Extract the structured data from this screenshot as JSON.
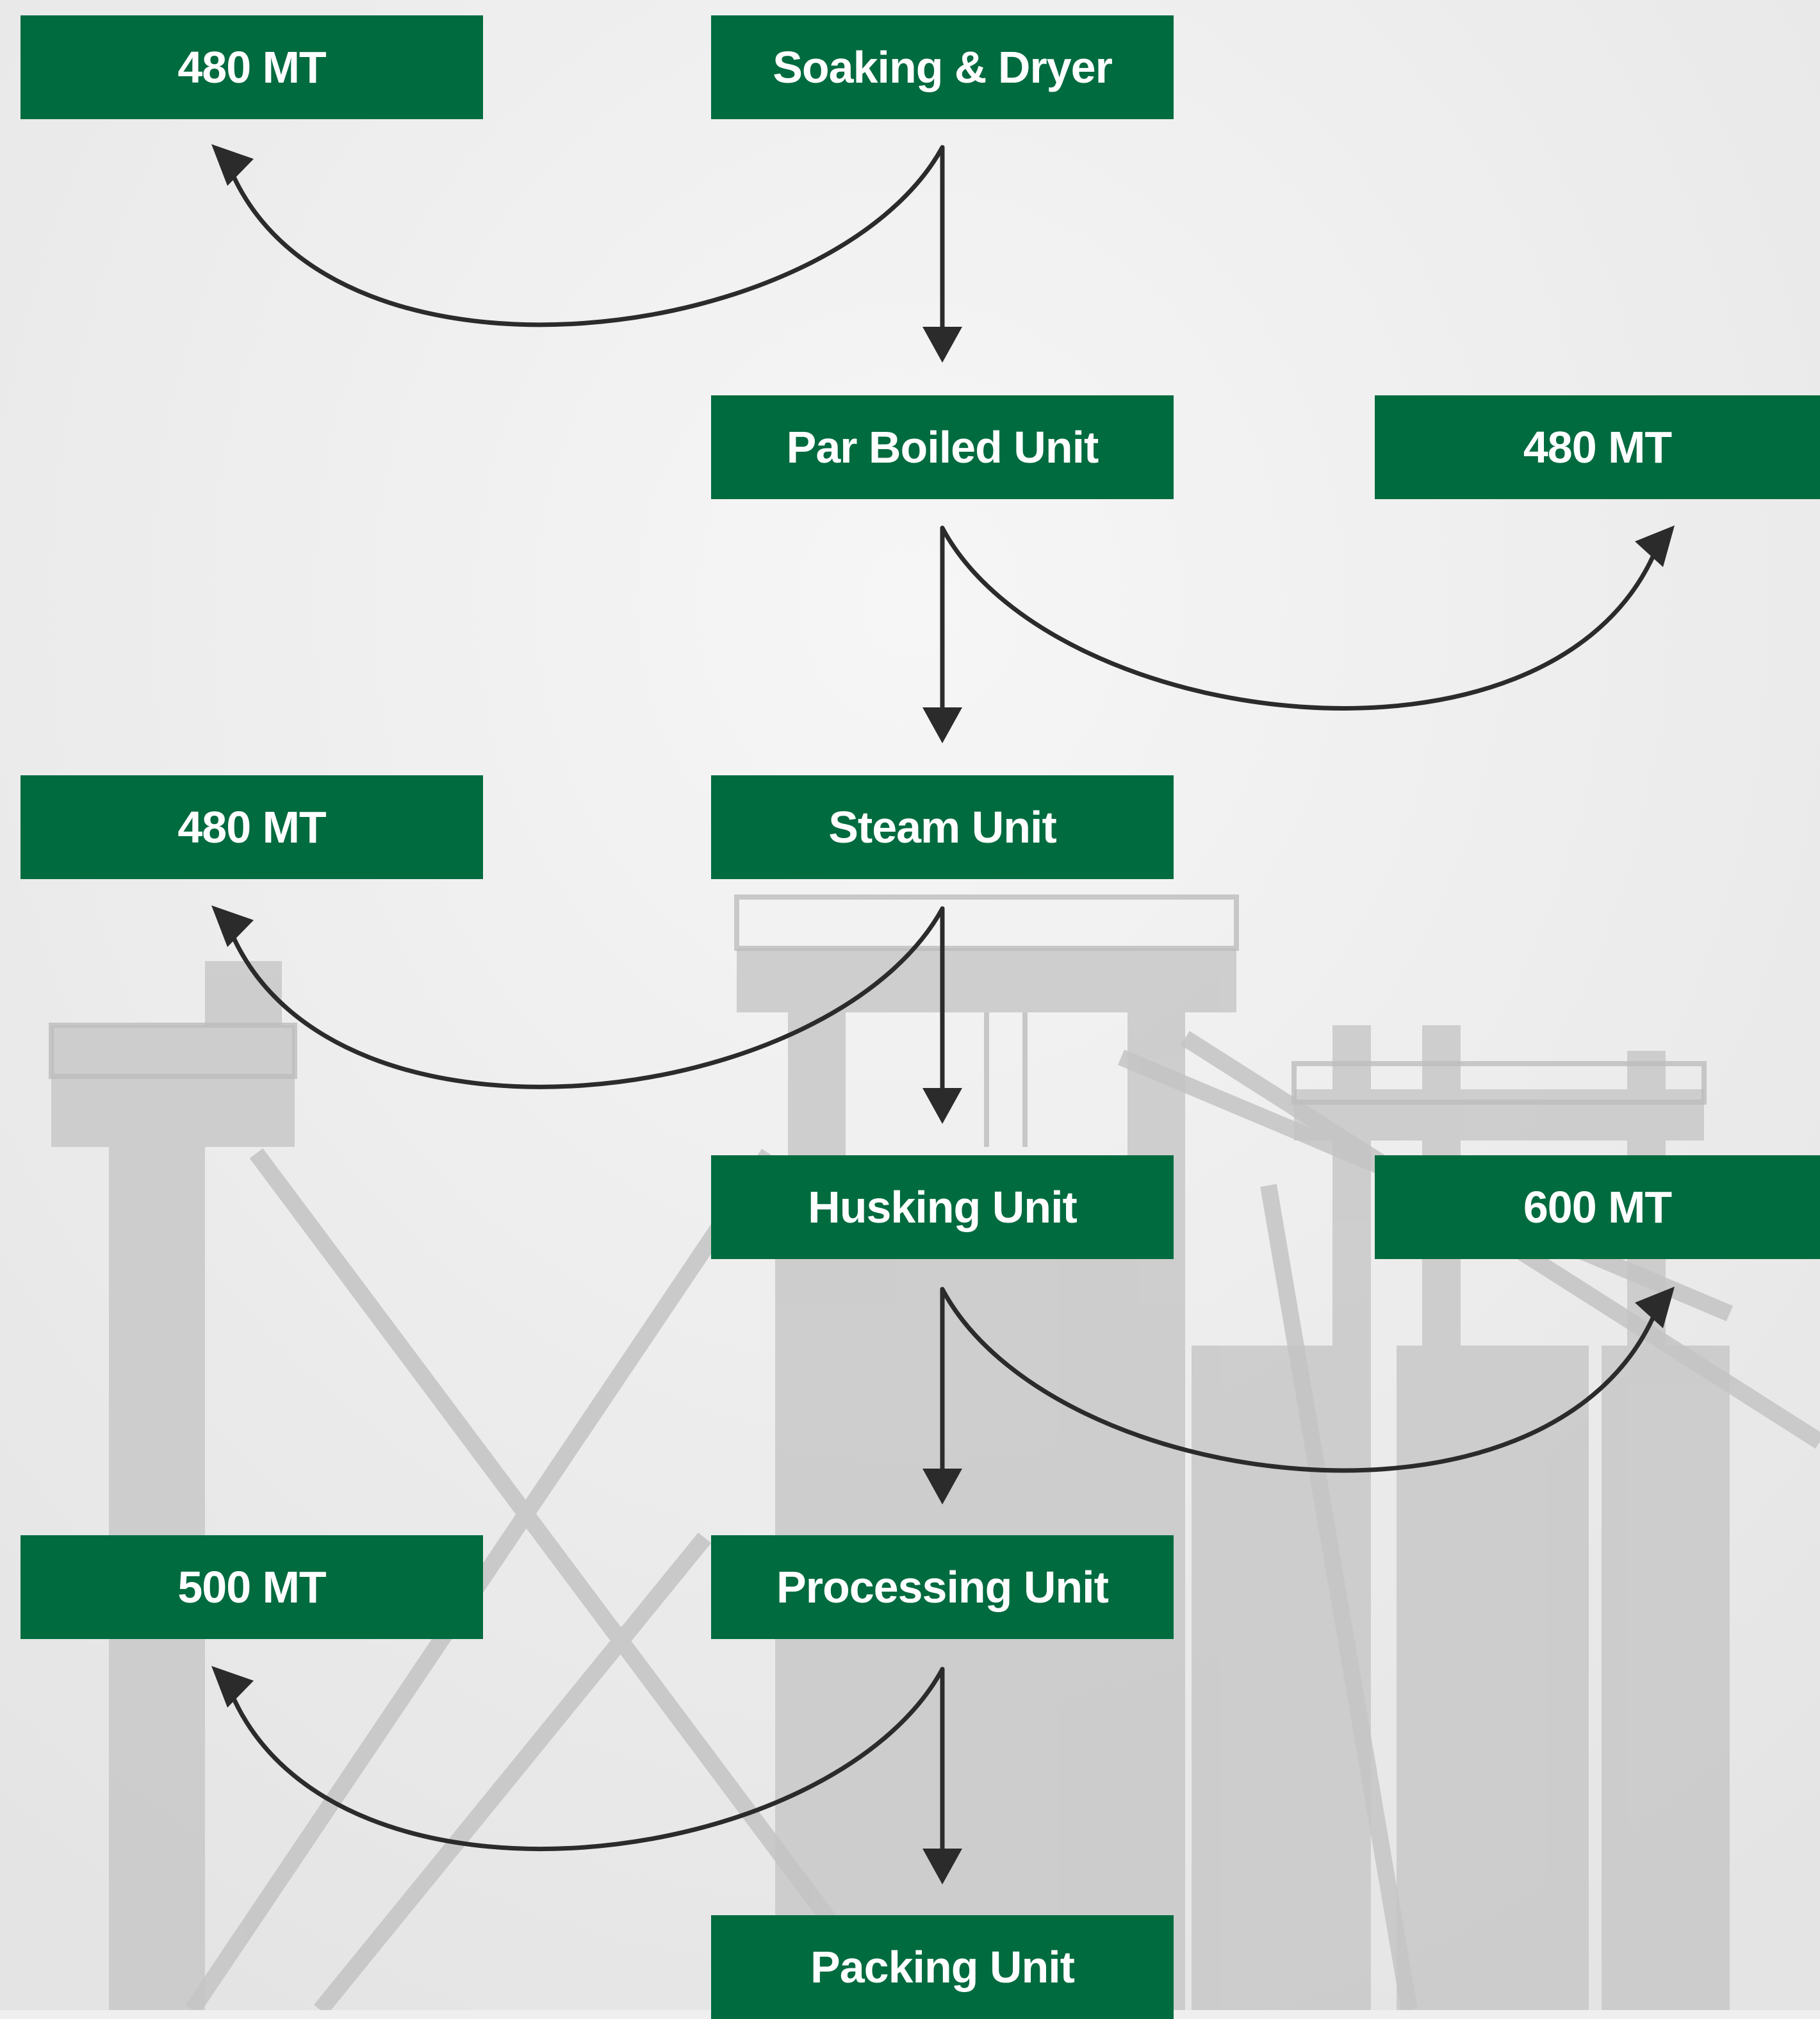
{
  "process_flow": {
    "stages": [
      {
        "label": "Soaking & Dryer",
        "capacity": "480 MT"
      },
      {
        "label": "Par Boiled Unit",
        "capacity": "480 MT"
      },
      {
        "label": "Steam Unit",
        "capacity": "480 MT"
      },
      {
        "label": "Husking Unit",
        "capacity": "600 MT"
      },
      {
        "label": "Processing Unit",
        "capacity": "500 MT"
      },
      {
        "label": "Packing Unit"
      }
    ]
  },
  "colors": {
    "box_fill": "#006b3f",
    "box_text": "#ffffff",
    "arrow": "#2b2b2b",
    "background": "#efefef",
    "structure": "#c4c4c4"
  }
}
